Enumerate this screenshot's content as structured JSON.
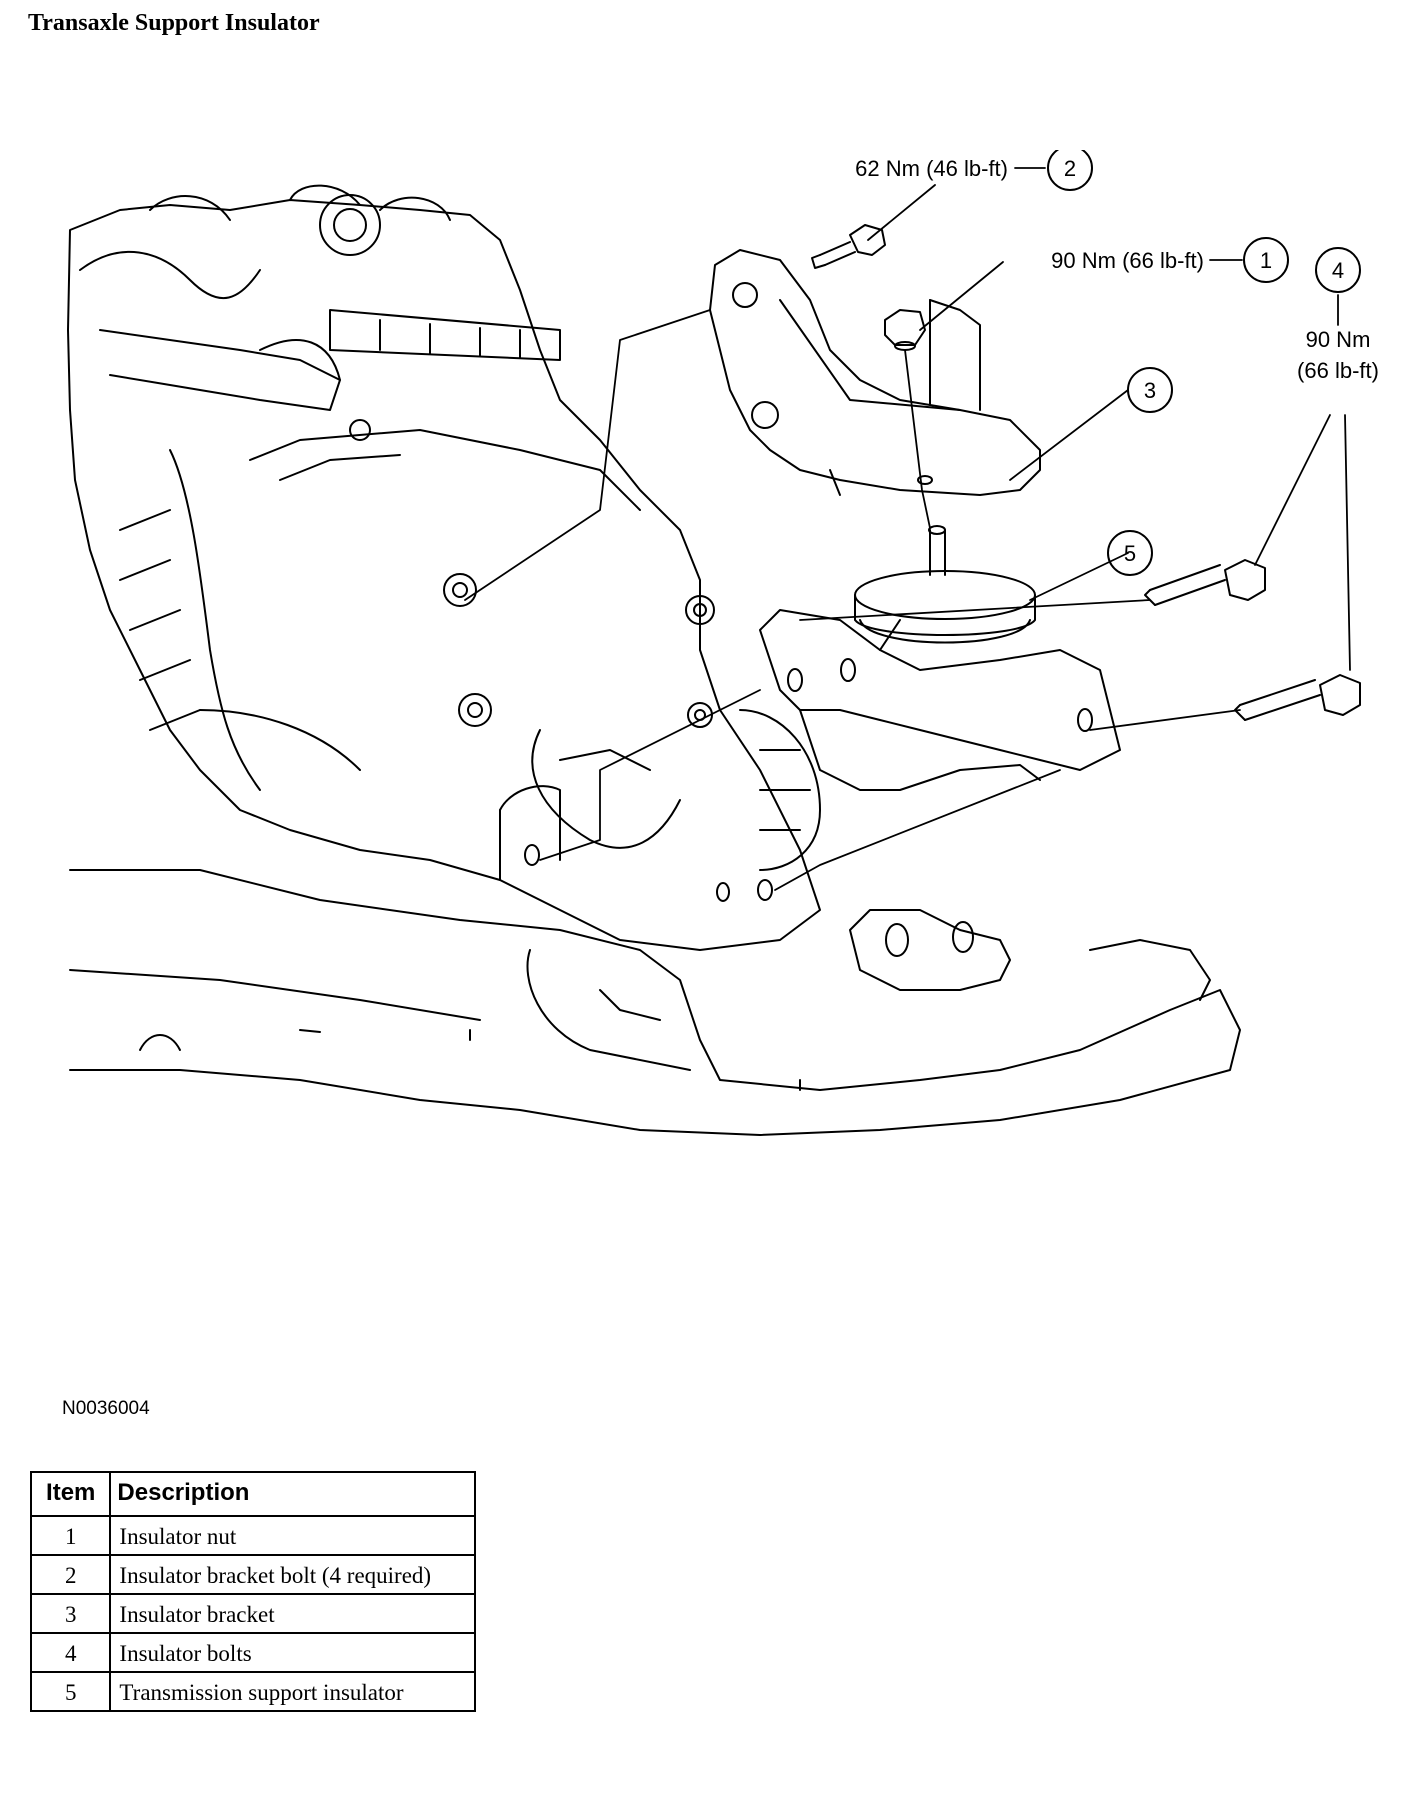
{
  "title": "Transaxle Support Insulator",
  "figure_id": "N0036004",
  "callouts": [
    {
      "number": "1",
      "torque": "90 Nm (66 lb-ft)"
    },
    {
      "number": "2",
      "torque": "62 Nm (46 lb-ft)"
    },
    {
      "number": "3",
      "torque": ""
    },
    {
      "number": "4",
      "torque_line1": "90 Nm",
      "torque_line2": "(66 lb-ft)"
    },
    {
      "number": "5",
      "torque": ""
    }
  ],
  "table": {
    "headers": [
      "Item",
      "Description"
    ],
    "rows": [
      {
        "item": "1",
        "description": "Insulator nut"
      },
      {
        "item": "2",
        "description": "Insulator bracket bolt (4 required)"
      },
      {
        "item": "3",
        "description": "Insulator bracket"
      },
      {
        "item": "4",
        "description": "Insulator bolts"
      },
      {
        "item": "5",
        "description": "Transmission support insulator"
      }
    ]
  }
}
